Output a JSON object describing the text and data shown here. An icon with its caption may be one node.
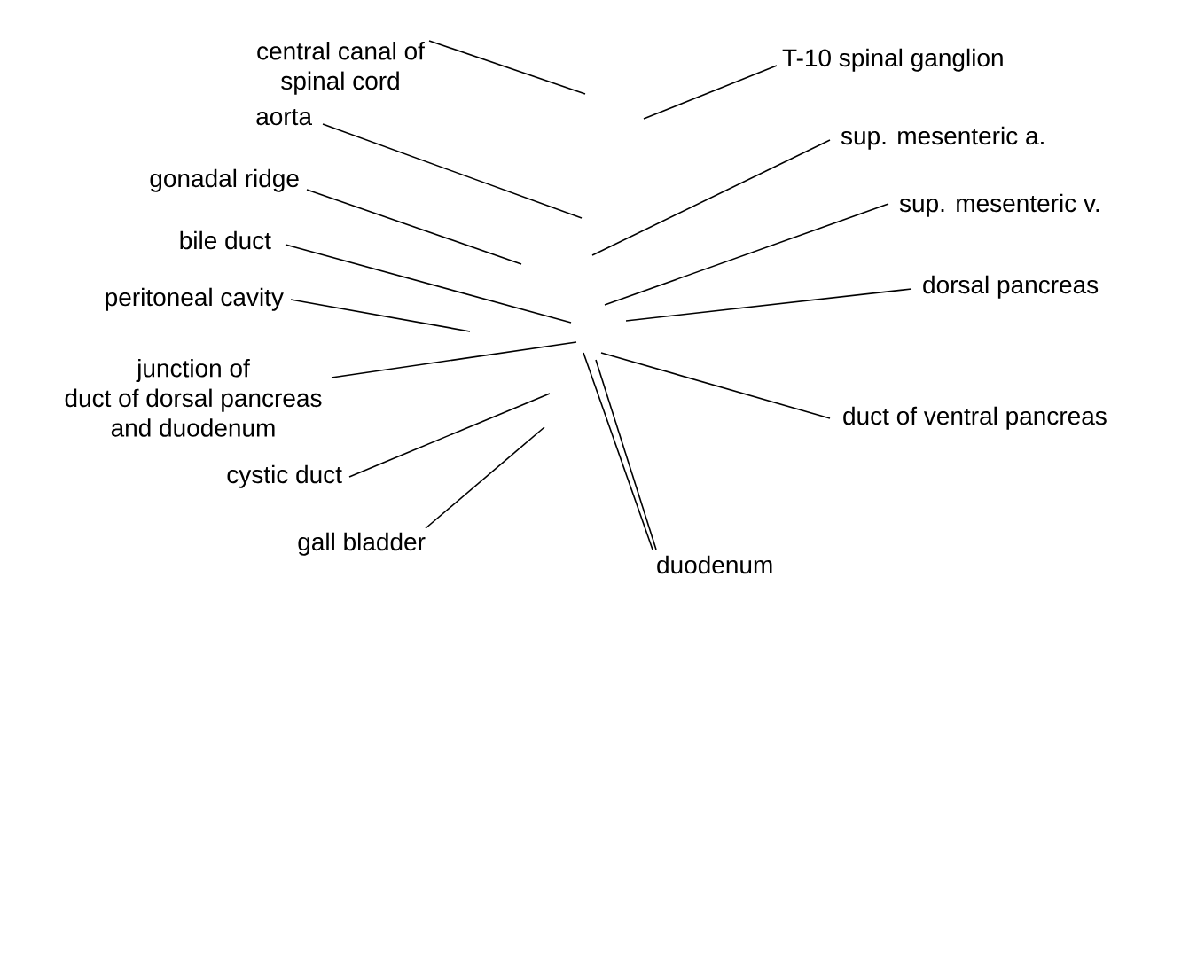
{
  "diagram": {
    "nodes": [
      {
        "text": [
          "central canal of spinal cord"
        ]
      },
      {
        "text": [
          "T-10 spinal ganglion"
        ]
      },
      {
        "text": [
          "aorta"
        ]
      },
      {
        "text": [
          "sup. mesenteric a."
        ]
      },
      {
        "text": [
          "gonadal ridge"
        ]
      },
      {
        "text": [
          "sup. mesenteric v."
        ]
      },
      {
        "text": [
          "bile duct"
        ]
      },
      {
        "text": [
          "dorsal pancreas"
        ]
      },
      {
        "text": [
          "peritoneal cavity"
        ]
      },
      {
        "text": [
          "junction of duct of dorsal pancreas and duodenum"
        ]
      },
      {
        "text": [
          "cystic duct"
        ]
      },
      {
        "text": [
          "duct of ventral pancreas"
        ]
      },
      {
        "text": [
          "gall bladder"
        ]
      },
      {
        "text": [
          "duodenum"
        ]
      }
    ],
    "edges": [
      {
        "from": 0,
        "to": null,
        "arrow": "none"
      },
      {
        "from": 1,
        "to": null,
        "arrow": "none"
      },
      {
        "from": 2,
        "to": null,
        "arrow": "none"
      },
      {
        "from": 3,
        "to": null,
        "arrow": "none"
      },
      {
        "from": 4,
        "to": null,
        "arrow": "none"
      },
      {
        "from": 5,
        "to": null,
        "arrow": "none"
      },
      {
        "from": 6,
        "to": null,
        "arrow": "none"
      },
      {
        "from": 7,
        "to": null,
        "arrow": "none"
      },
      {
        "from": 8,
        "to": null,
        "arrow": "none"
      },
      {
        "from": 9,
        "to": null,
        "arrow": "none"
      },
      {
        "from": 10,
        "to": null,
        "arrow": "none"
      },
      {
        "from": 11,
        "to": null,
        "arrow": "none"
      },
      {
        "from": 12,
        "to": null,
        "arrow": "none"
      },
      {
        "from": 13,
        "to": null,
        "arrow": "none"
      },
      {
        "from": 13,
        "to": null,
        "arrow": "none"
      }
    ]
  }
}
